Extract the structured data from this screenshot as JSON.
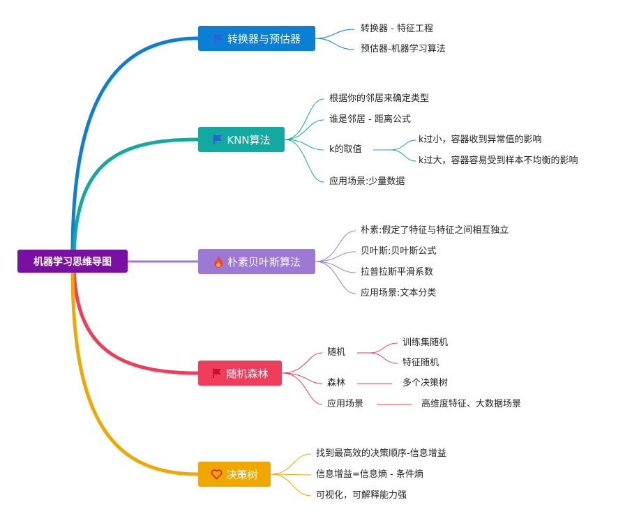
{
  "root": {
    "label": "机器学习思维导图",
    "color": "#7a0fa3"
  },
  "branches": [
    {
      "label": "转换器与预估器",
      "color": "#0b7fd6",
      "icon": "flag-icon",
      "children": [
        "转换器 - 特征工程",
        "预估器-机器学习算法"
      ]
    },
    {
      "label": "KNN算法",
      "color": "#12a9a0",
      "icon": "flag-icon",
      "children": [
        "根据你的邻居来确定类型",
        "谁是邻居 - 距离公式",
        "k的取值",
        "应用场景:少量数据"
      ],
      "sub": [
        "k过小，容器收到异常值的影响",
        "k过大，容器容易受到样本不均衡的影响"
      ]
    },
    {
      "label": "朴素贝叶斯算法",
      "color": "#9b79d4",
      "icon": "fire-icon",
      "children": [
        "朴素:假定了特征与特征之间相互独立",
        "贝叶斯:贝叶斯公式",
        "拉普拉斯平滑系数",
        "应用场景:文本分类"
      ]
    },
    {
      "label": "随机森林",
      "color": "#ef3d5c",
      "icon": "flag-icon",
      "children": [
        "随机",
        "森林",
        "应用场景"
      ],
      "sub_random": [
        "训练集随机",
        "特征随机"
      ],
      "sub_forest": "多个决策树",
      "sub_scene": "高维度特征、大数据场景"
    },
    {
      "label": "决策树",
      "color": "#f0a800",
      "icon": "heart-icon",
      "children": [
        "找到最高效的决策顺序-信息增益",
        "信息增益=信息熵 - 条件熵",
        "可视化，可解释能力强"
      ]
    }
  ]
}
